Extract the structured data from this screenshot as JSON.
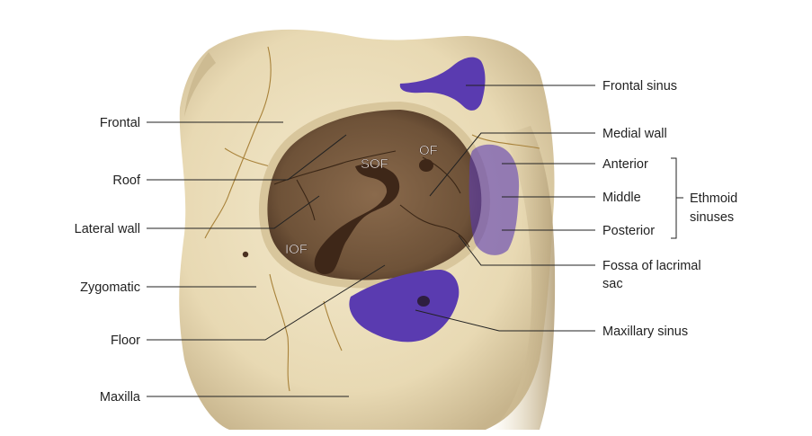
{
  "colors": {
    "bone": "#ecdfbf",
    "bone_shadow": "#c9b791",
    "orbit_cavity": "#7a5d42",
    "orbit_dark": "#4a3020",
    "fissure": "#3e2718",
    "sinus": "#5a3bb0",
    "leader_line": "#222222"
  },
  "labels": {
    "frontal": "Frontal",
    "roof": "Roof",
    "lateral_wall": "Lateral wall",
    "zygomatic": "Zygomatic",
    "floor": "Floor",
    "maxilla": "Maxilla",
    "frontal_sinus": "Frontal sinus",
    "medial_wall": "Medial wall",
    "anterior": "Anterior",
    "middle": "Middle",
    "posterior": "Posterior",
    "ethmoid_line1": "Ethmoid",
    "ethmoid_line2": "sinuses",
    "fossa_line1": "Fossa of lacrimal",
    "fossa_line2": "sac",
    "maxillary_sinus": "Maxillary sinus"
  },
  "abbreviations": {
    "sof": "SOF",
    "of": "OF",
    "iof": "IOF"
  }
}
